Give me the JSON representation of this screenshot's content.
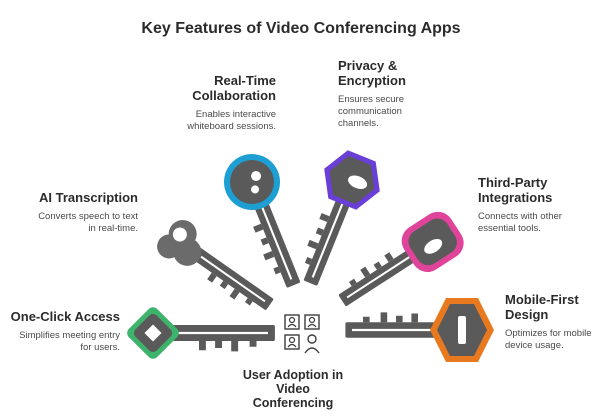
{
  "title": "Key Features of Video Conferencing Apps",
  "center": {
    "label_lines": [
      "User Adoption in",
      "Video",
      "Conferencing"
    ]
  },
  "features": [
    {
      "title_lines": [
        "One-Click Access"
      ],
      "desc_lines": [
        "Simplifies meeting entry",
        "for users."
      ],
      "color": "#3db36b"
    },
    {
      "title_lines": [
        "AI Transcription"
      ],
      "desc_lines": [
        "Converts speech to text",
        "in real-time."
      ],
      "color": "#6b6b6b"
    },
    {
      "title_lines": [
        "Real-Time",
        "Collaboration"
      ],
      "desc_lines": [
        "Enables interactive",
        "whiteboard sessions."
      ],
      "color": "#1e9fd4"
    },
    {
      "title_lines": [
        "Privacy &",
        "Encryption"
      ],
      "desc_lines": [
        "Ensures secure",
        "communication",
        "channels."
      ],
      "color": "#6a3fd8"
    },
    {
      "title_lines": [
        "Third-Party",
        "Integrations"
      ],
      "desc_lines": [
        "Connects with other",
        "essential tools."
      ],
      "color": "#e0449a"
    },
    {
      "title_lines": [
        "Mobile-First",
        "Design"
      ],
      "desc_lines": [
        "Optimizes for mobile",
        "device usage."
      ],
      "color": "#e8791e"
    }
  ]
}
